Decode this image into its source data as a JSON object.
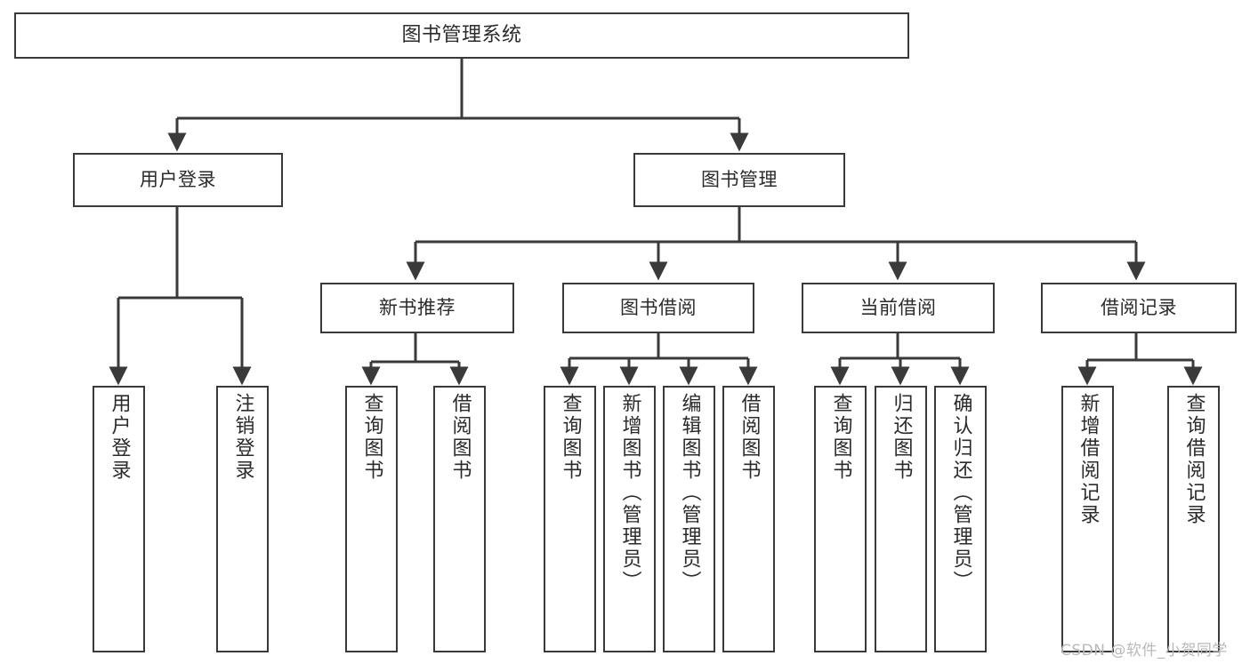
{
  "diagram": {
    "type": "tree-hierarchy-chart",
    "title": "图书管理系统",
    "orientation": "top-down",
    "line_color": "#3a3a3a",
    "box_fill": "#ffffff",
    "text_color": "#2b2b2b"
  },
  "nodes": {
    "root": {
      "label": "图书管理系统",
      "level": 0
    },
    "level1": [
      {
        "id": "user-login",
        "label": "用户登录"
      },
      {
        "id": "book-manage",
        "label": "图书管理"
      }
    ],
    "level2": [
      {
        "id": "new-book-recommend",
        "label": "新书推荐",
        "parent": "book-manage"
      },
      {
        "id": "book-borrow",
        "label": "图书借阅",
        "parent": "book-manage"
      },
      {
        "id": "current-borrow",
        "label": "当前借阅",
        "parent": "book-manage"
      },
      {
        "id": "borrow-record",
        "label": "借阅记录",
        "parent": "book-manage"
      }
    ],
    "leaves": [
      {
        "id": "leaf-user-login",
        "label": "用户登录",
        "parent": "user-login"
      },
      {
        "id": "leaf-logout",
        "label": "注销登录",
        "parent": "user-login"
      },
      {
        "id": "leaf-query-book-1",
        "label": "查询图书",
        "parent": "new-book-recommend"
      },
      {
        "id": "leaf-borrow-book-1",
        "label": "借阅图书",
        "parent": "new-book-recommend"
      },
      {
        "id": "leaf-query-book-2",
        "label": "查询图书",
        "parent": "book-borrow"
      },
      {
        "id": "leaf-add-book",
        "label": "新增图书（管理员）",
        "parent": "book-borrow"
      },
      {
        "id": "leaf-edit-book",
        "label": "编辑图书（管理员）",
        "parent": "book-borrow"
      },
      {
        "id": "leaf-borrow-book-2",
        "label": "借阅图书",
        "parent": "book-borrow"
      },
      {
        "id": "leaf-query-book-3",
        "label": "查询图书",
        "parent": "current-borrow"
      },
      {
        "id": "leaf-return-book",
        "label": "归还图书",
        "parent": "current-borrow"
      },
      {
        "id": "leaf-confirm-return",
        "label": "确认归还（管理员）",
        "parent": "current-borrow"
      },
      {
        "id": "leaf-add-record",
        "label": "新增借阅记录",
        "parent": "borrow-record"
      },
      {
        "id": "leaf-query-record",
        "label": "查询借阅记录",
        "parent": "borrow-record"
      }
    ]
  },
  "watermark": {
    "text": "CSDN @软件_小贺同学"
  }
}
